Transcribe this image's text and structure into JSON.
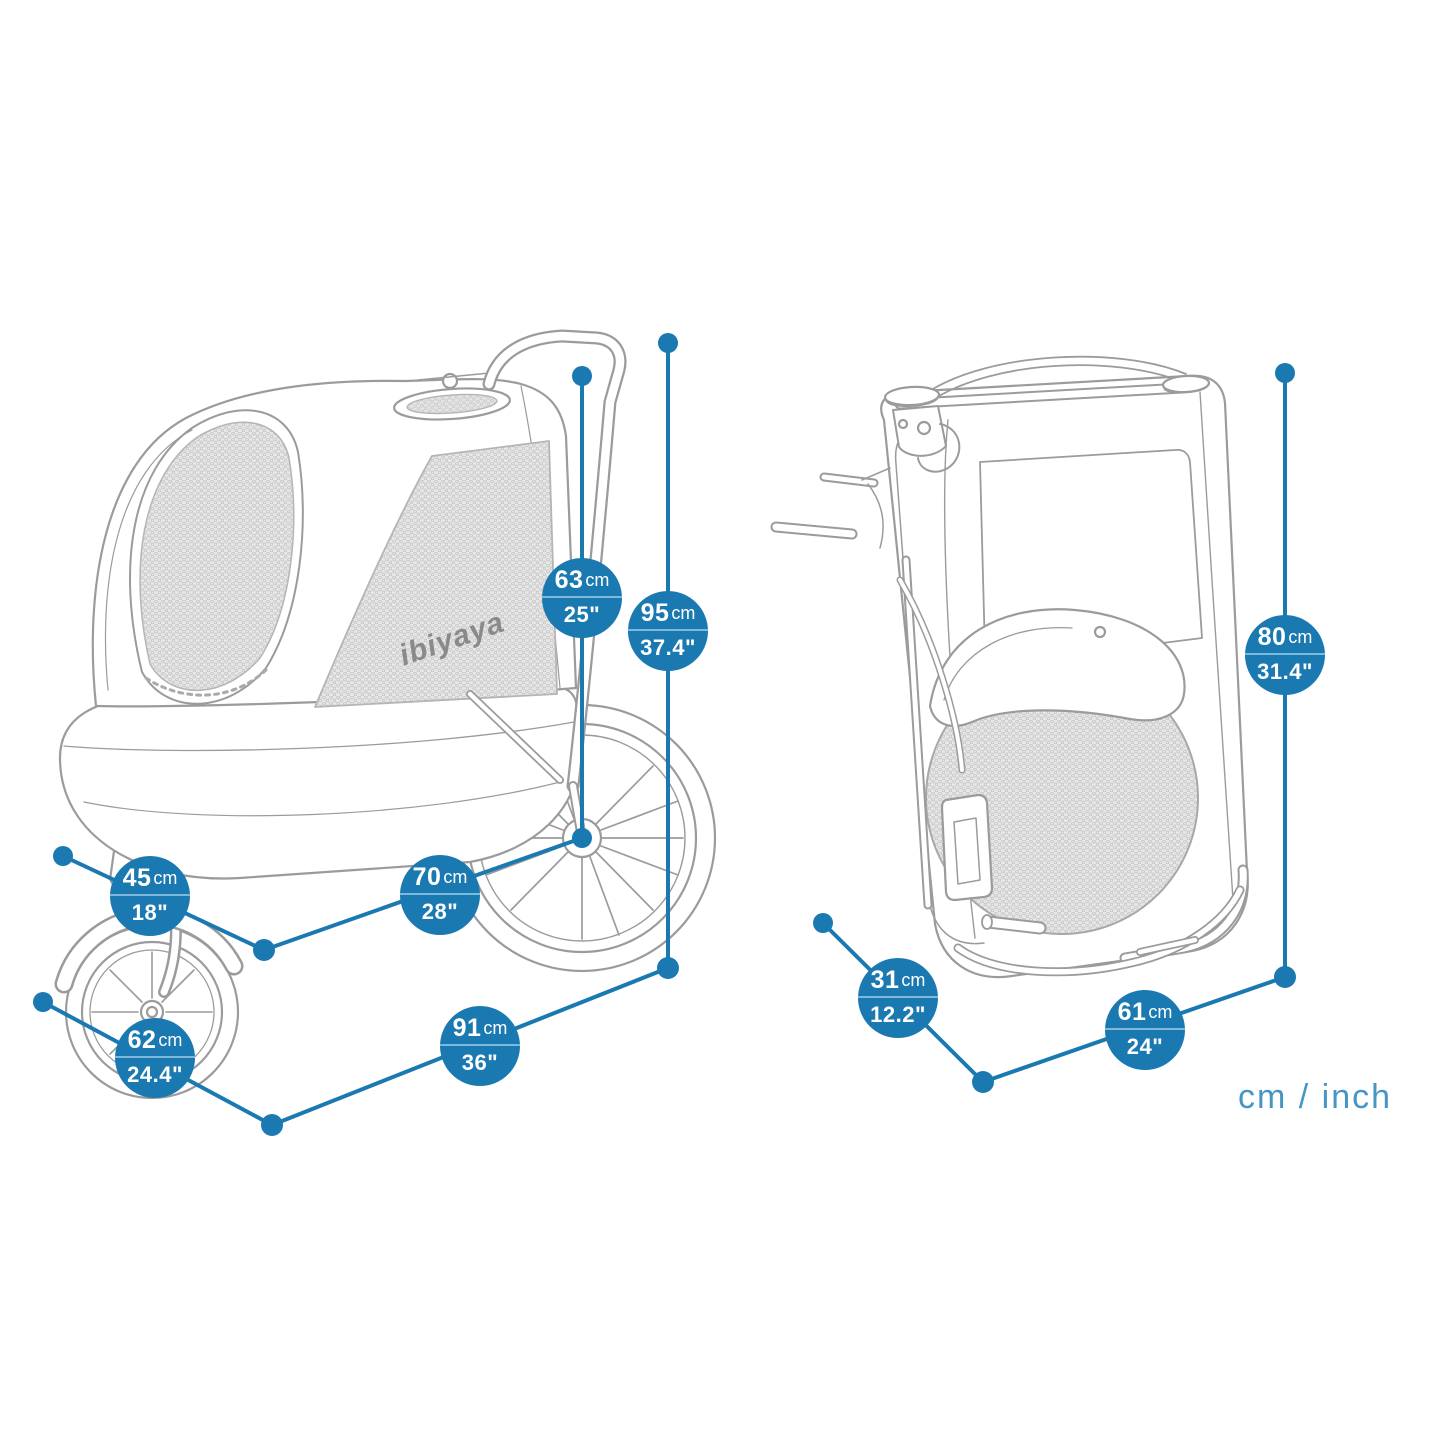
{
  "page": {
    "units_label": "cm / inch",
    "brand": "ibiyaya"
  },
  "colors": {
    "dimension_blue": "#1b79b2",
    "callout_divider": "#7cb9da",
    "callout_text": "#ffffff",
    "units_label_blue": "#4596c4",
    "sketch_gray": "#9b9b9b"
  },
  "views": {
    "open": {
      "name": "stroller-open",
      "callouts": {
        "handle_height": {
          "value": "63",
          "unit": "cm",
          "inch": "25\""
        },
        "overall_height": {
          "value": "95",
          "unit": "cm",
          "inch": "37.4\""
        },
        "front_width": {
          "value": "45",
          "unit": "cm",
          "inch": "18\""
        },
        "wheelbase": {
          "value": "70",
          "unit": "cm",
          "inch": "28\""
        },
        "track_width": {
          "value": "62",
          "unit": "cm",
          "inch": "24.4\""
        },
        "overall_length": {
          "value": "91",
          "unit": "cm",
          "inch": "36\""
        }
      }
    },
    "folded": {
      "name": "stroller-folded",
      "callouts": {
        "folded_height": {
          "value": "80",
          "unit": "cm",
          "inch": "31.4\""
        },
        "folded_depth": {
          "value": "31",
          "unit": "cm",
          "inch": "12.2\""
        },
        "folded_width": {
          "value": "61",
          "unit": "cm",
          "inch": "24\""
        }
      }
    }
  }
}
